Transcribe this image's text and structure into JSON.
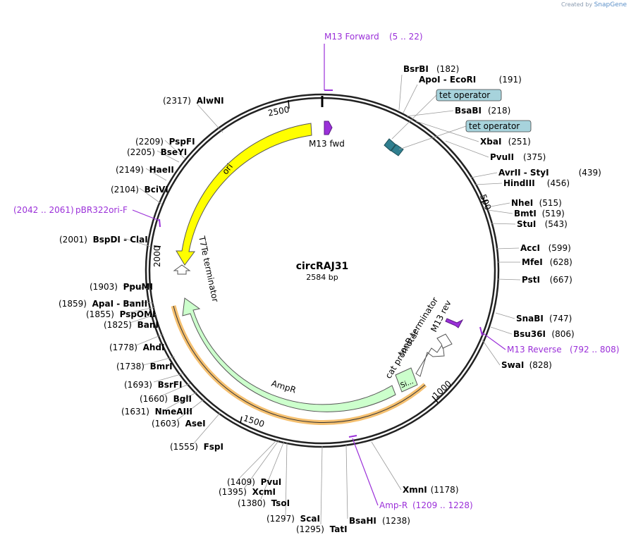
{
  "credit": {
    "prefix": "Created by",
    "brand": "SnapGene"
  },
  "plasmid": {
    "name": "circRAJ31",
    "size_label": "2584 bp",
    "length": 2584
  },
  "tick_labels": [
    "500",
    "1000",
    "1500",
    "2000",
    "2500"
  ],
  "sites": [
    {
      "name": "M13 Forward",
      "pos": "(5 .. 22)",
      "kind": "primer"
    },
    {
      "name": "BsrBI",
      "pos": "(182)"
    },
    {
      "name": "ApoI",
      "name2": "EcoRI",
      "pos": "(191)"
    },
    {
      "name": "tet operator",
      "kind": "feature"
    },
    {
      "name": "BsaBI",
      "pos": "(218)"
    },
    {
      "name": "tet operator",
      "kind": "feature"
    },
    {
      "name": "XbaI",
      "pos": "(251)"
    },
    {
      "name": "PvuII",
      "pos": "(375)"
    },
    {
      "name": "AvrII",
      "name2": "StyI",
      "pos": "(439)"
    },
    {
      "name": "HindIII",
      "pos": "(456)"
    },
    {
      "name": "NheI",
      "pos": "(515)"
    },
    {
      "name": "BmtI",
      "pos": "(519)"
    },
    {
      "name": "StuI",
      "pos": "(543)"
    },
    {
      "name": "AccI",
      "pos": "(599)"
    },
    {
      "name": "MfeI",
      "pos": "(628)"
    },
    {
      "name": "PstI",
      "pos": "(667)"
    },
    {
      "name": "SnaBI",
      "pos": "(747)"
    },
    {
      "name": "Bsu36I",
      "pos": "(806)"
    },
    {
      "name": "M13 Reverse",
      "pos": "(792 .. 808)",
      "kind": "primer"
    },
    {
      "name": "SwaI",
      "pos": "(828)"
    },
    {
      "name": "XmnI",
      "pos": "(1178)"
    },
    {
      "name": "Amp-R",
      "pos": "(1209 .. 1228)",
      "kind": "primer"
    },
    {
      "name": "BsaHI",
      "pos": "(1238)"
    },
    {
      "name": "TatI",
      "pos": "(1295)"
    },
    {
      "name": "ScaI",
      "pos": "(1297)"
    },
    {
      "name": "TsoI",
      "pos": "(1380)"
    },
    {
      "name": "XcmI",
      "pos": "(1395)"
    },
    {
      "name": "PvuI",
      "pos": "(1409)"
    },
    {
      "name": "FspI",
      "pos": "(1555)"
    },
    {
      "name": "AseI",
      "pos": "(1603)"
    },
    {
      "name": "NmeAIII",
      "pos": "(1631)"
    },
    {
      "name": "BglI",
      "pos": "(1660)"
    },
    {
      "name": "BsrFI",
      "pos": "(1693)"
    },
    {
      "name": "BmrI",
      "pos": "(1738)"
    },
    {
      "name": "AhdI",
      "pos": "(1778)"
    },
    {
      "name": "BanI",
      "pos": "(1825)"
    },
    {
      "name": "PspOMI",
      "pos": "(1855)"
    },
    {
      "name": "ApaI",
      "name2": "BanII",
      "pos": "(1859)"
    },
    {
      "name": "PpuMI",
      "pos": "(1903)"
    },
    {
      "name": "BspDI",
      "name2": "ClaI",
      "pos": "(2001)"
    },
    {
      "name": "pBR322ori-F",
      "pos": "(2042 .. 2061)",
      "kind": "primer"
    },
    {
      "name": "BciVI",
      "pos": "(2104)"
    },
    {
      "name": "HaeII",
      "pos": "(2149)"
    },
    {
      "name": "BseYI",
      "pos": "(2205)"
    },
    {
      "name": "PspFI",
      "pos": "(2209)"
    },
    {
      "name": "AlwNI",
      "pos": "(2317)"
    }
  ],
  "features": [
    {
      "name": "ori"
    },
    {
      "name": "M13 fwd"
    },
    {
      "name": "T7Te terminator"
    },
    {
      "name": "AmpR"
    },
    {
      "name": "M13 rev"
    },
    {
      "name": "tonB terminator"
    },
    {
      "name": "cat promoter"
    },
    {
      "name": "Si..."
    }
  ],
  "colors": {
    "primer": "#9b30d9",
    "ori": "#ffff00",
    "ampr": "#ccffcc",
    "tet_operator": "#a7d3dc",
    "operator_box": "#2f7f8f",
    "highlight": "#f5c070"
  }
}
